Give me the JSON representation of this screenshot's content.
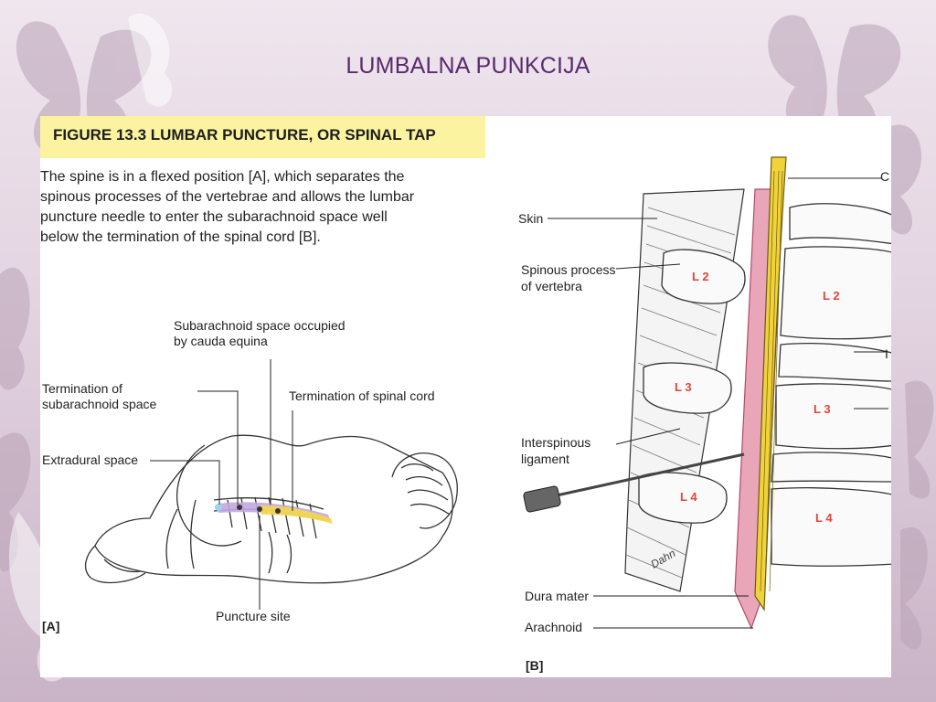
{
  "slide": {
    "title": "LUMBALNA PUNKCIJA"
  },
  "figure": {
    "heading": "FIGURE 13.3  LUMBAR PUNCTURE, OR SPINAL TAP",
    "caption_lines": [
      "The spine is in a flexed position [A], which separates the",
      "spinous processes of the vertebrae and allows the lumbar",
      "puncture needle to enter the subarachnoid space well",
      "below the termination of the spinal cord [B]."
    ],
    "panel_a": {
      "tag": "[A]",
      "labels": {
        "subarachnoid_cauda_1": "Subarachnoid space occupied",
        "subarachnoid_cauda_2": "by cauda equina",
        "termination_subarachnoid_1": "Termination of",
        "termination_subarachnoid_2": "subarachnoid space",
        "termination_cord": "Termination of spinal cord",
        "extradural": "Extradural space",
        "puncture_site": "Puncture site"
      }
    },
    "panel_b": {
      "tag": "[B]",
      "labels": {
        "skin": "Skin",
        "spinous_1": "Spinous process",
        "spinous_2": "of vertebra",
        "interspinous_1": "Interspinous",
        "interspinous_2": "ligament",
        "dura": "Dura mater",
        "arachnoid": "Arachnoid",
        "cut_top": "C",
        "cut_mid": "I"
      },
      "vertebra_labels": [
        "L 2",
        "L 3",
        "L 4",
        "L 2",
        "L 3",
        "L 4"
      ],
      "signature": "Dahn"
    }
  }
}
